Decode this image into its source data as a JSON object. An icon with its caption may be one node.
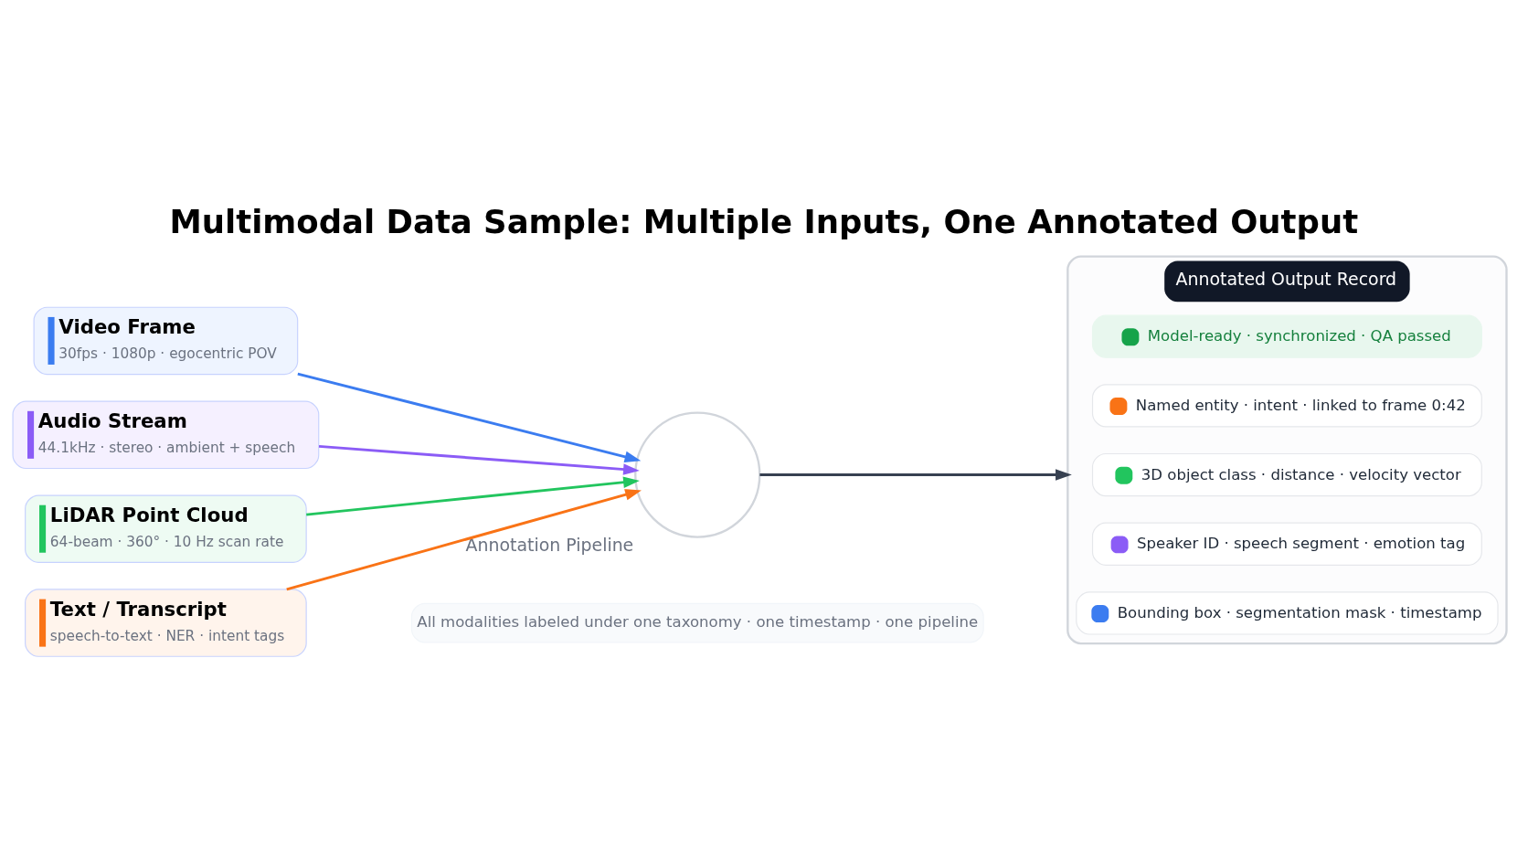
{
  "diagram": {
    "title": "Multimodal Data Sample: Multiple Inputs, One Annotated Output",
    "caption": "All modalities labeled under one taxonomy · one timestamp · one pipeline",
    "nodes": [
      {
        "text": [
          "Video Frame",
          "30fps · 1080p · egocentric POV"
        ]
      },
      {
        "text": [
          "Audio Stream",
          "44.1kHz · stereo · ambient + speech"
        ]
      },
      {
        "text": [
          "LiDAR Point Cloud",
          "64-beam · 360° · 10 Hz scan rate"
        ]
      },
      {
        "text": [
          "Text / Transcript",
          "speech-to-text · NER · intent tags"
        ]
      },
      {
        "text": [],
        "shape": "circle",
        "beside": [
          "Annotation Pipeline"
        ]
      },
      {
        "text": [
          "Annotated Output Record"
        ]
      },
      {
        "text": [
          "Bounding box · segmentation mask · timestamp"
        ],
        "in": 5
      },
      {
        "text": [
          "Speaker ID · speech segment · emotion tag"
        ],
        "in": 5
      },
      {
        "text": [
          "3D object class · distance · velocity vector"
        ],
        "in": 5
      },
      {
        "text": [
          "Named entity · intent · linked to frame 0:42"
        ],
        "in": 5
      },
      {
        "text": [
          "Model-ready · synchronized · QA passed"
        ],
        "in": 5
      }
    ],
    "edges": [
      {
        "from": 0,
        "to": 4,
        "arrow": "to",
        "color": "#3b7cf0"
      },
      {
        "from": 1,
        "to": 4,
        "arrow": "to",
        "color": "#8b5cf6"
      },
      {
        "from": 2,
        "to": 4,
        "arrow": "to",
        "color": "#22c55e"
      },
      {
        "from": 3,
        "to": 4,
        "arrow": "to",
        "color": "#f97316"
      },
      {
        "from": 4,
        "to": 5,
        "arrow": "to",
        "color": "#374151"
      }
    ]
  }
}
